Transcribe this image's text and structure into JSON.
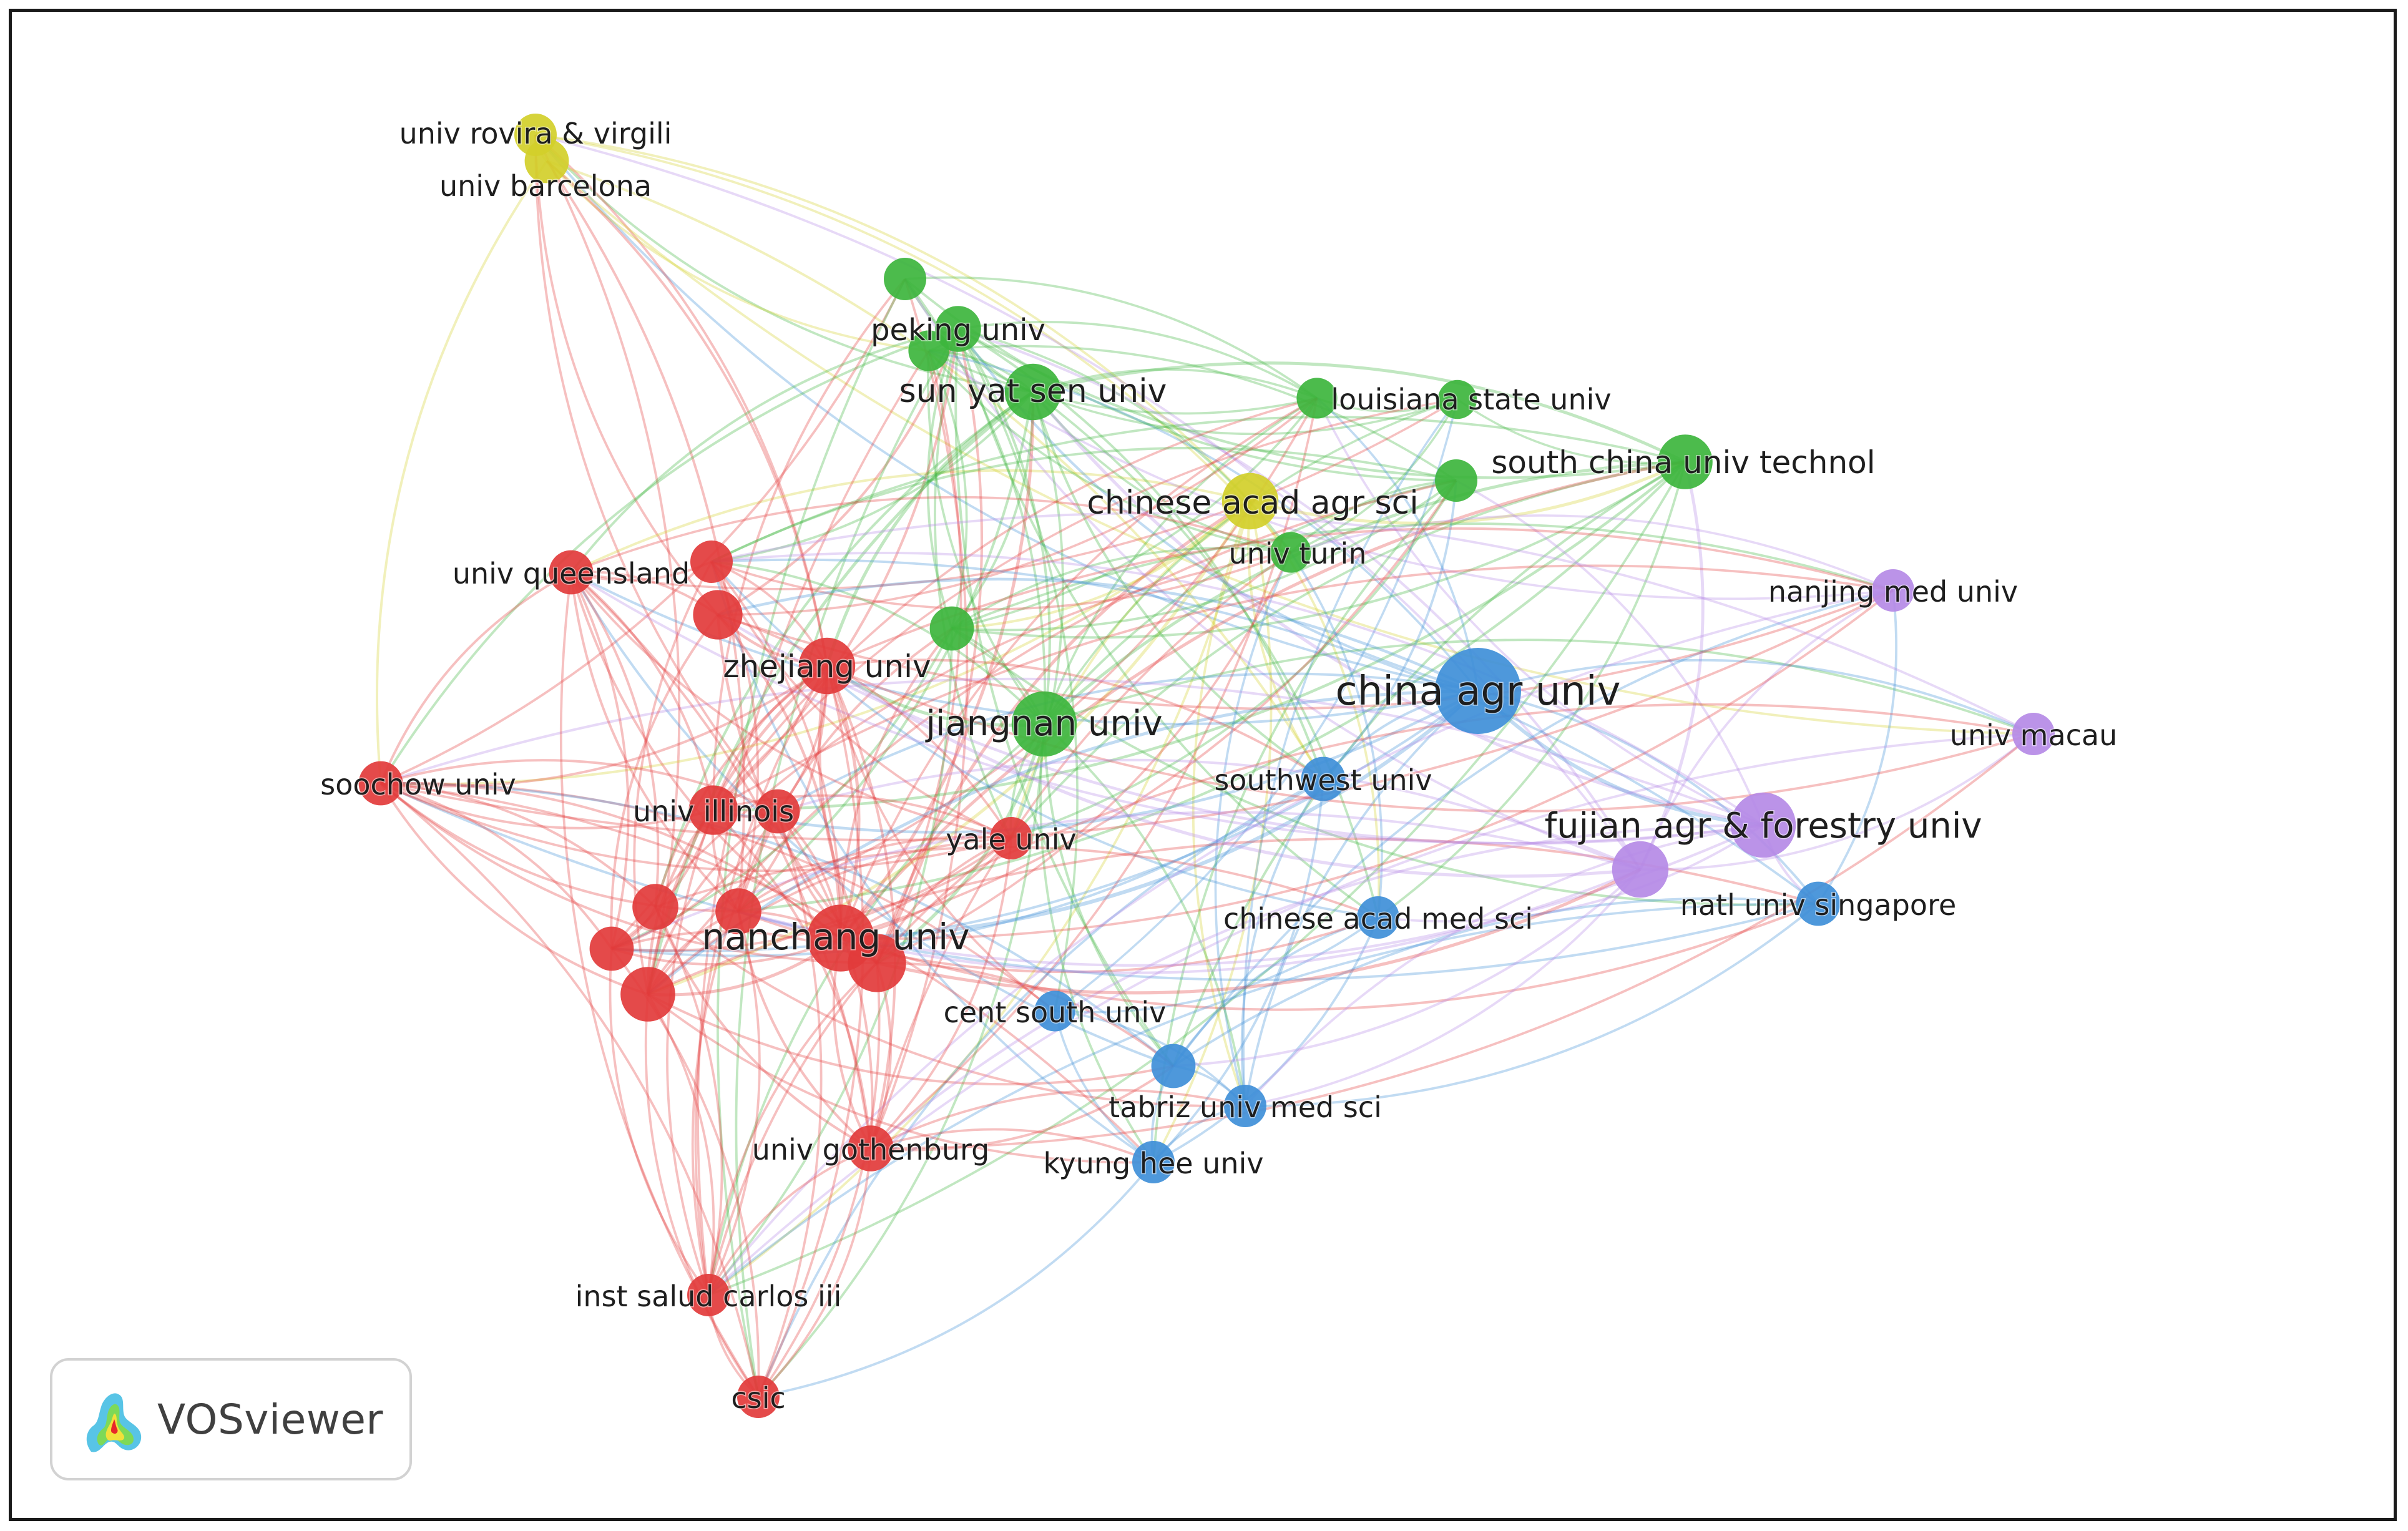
{
  "title": "",
  "colors": {
    "red": "#e23b3b",
    "green": "#3db53d",
    "blue": "#3f8fd8",
    "yellow": "#d3cf2a",
    "purple": "#b58ae6",
    "frame": "#1a1a1a",
    "label": "#1e1e1e"
  },
  "clusters": [
    "red",
    "green",
    "blue",
    "yellow",
    "purple"
  ],
  "nodes": [
    {
      "id": "univ_rovira_virgili",
      "label": "univ rovira & virgili",
      "cluster": "yellow",
      "weight": 1.0
    },
    {
      "id": "univ_barcelona",
      "label": "univ barcelona",
      "cluster": "yellow",
      "weight": 1.1
    },
    {
      "id": "chinese_acad_agr_sci",
      "label": "chinese acad agr sci",
      "cluster": "yellow",
      "weight": 1.8
    },
    {
      "id": "g_top",
      "label": "",
      "cluster": "green",
      "weight": 1.0
    },
    {
      "id": "peking_univ",
      "label": "peking univ",
      "cluster": "green",
      "weight": 1.2
    },
    {
      "id": "g_peking2",
      "label": "",
      "cluster": "green",
      "weight": 0.9
    },
    {
      "id": "sun_yat_sen_univ",
      "label": "sun yat sen univ",
      "cluster": "green",
      "weight": 1.8
    },
    {
      "id": "louisiana_state_univ",
      "label": "louisiana state univ",
      "cluster": "green",
      "weight": 0.9
    },
    {
      "id": "g_louisiana2",
      "label": "",
      "cluster": "green",
      "weight": 0.8
    },
    {
      "id": "south_china_univ_technol",
      "label": "south china univ technol",
      "cluster": "green",
      "weight": 1.7
    },
    {
      "id": "g_south2",
      "label": "",
      "cluster": "green",
      "weight": 1.0
    },
    {
      "id": "univ_turin",
      "label": "univ turin",
      "cluster": "green",
      "weight": 0.9
    },
    {
      "id": "g_mid",
      "label": "",
      "cluster": "green",
      "weight": 1.1
    },
    {
      "id": "jiangnan_univ",
      "label": "jiangnan univ",
      "cluster": "green",
      "weight": 2.3
    },
    {
      "id": "china_agr_univ",
      "label": "china agr univ",
      "cluster": "blue",
      "weight": 3.5
    },
    {
      "id": "southwest_univ",
      "label": "southwest univ",
      "cluster": "blue",
      "weight": 1.1
    },
    {
      "id": "chinese_acad_med_sci",
      "label": "chinese acad med sci",
      "cluster": "blue",
      "weight": 1.0
    },
    {
      "id": "natl_univ_singapore",
      "label": "natl univ singapore",
      "cluster": "blue",
      "weight": 1.1
    },
    {
      "id": "cent_south_univ",
      "label": "cent south univ",
      "cluster": "blue",
      "weight": 0.9
    },
    {
      "id": "b_tabriz2",
      "label": "",
      "cluster": "blue",
      "weight": 1.1
    },
    {
      "id": "tabriz_univ_med_sci",
      "label": "tabriz univ med sci",
      "cluster": "blue",
      "weight": 1.0
    },
    {
      "id": "kyung_hee_univ",
      "label": "kyung hee univ",
      "cluster": "blue",
      "weight": 1.0
    },
    {
      "id": "nanjing_med_univ",
      "label": "nanjing med univ",
      "cluster": "purple",
      "weight": 1.0
    },
    {
      "id": "univ_macau",
      "label": "univ macau",
      "cluster": "purple",
      "weight": 1.0
    },
    {
      "id": "fujian_agr_forestry_univ",
      "label": "fujian agr & forestry univ",
      "cluster": "purple",
      "weight": 2.3
    },
    {
      "id": "p_fujian2",
      "label": "",
      "cluster": "purple",
      "weight": 1.8
    },
    {
      "id": "univ_queensland",
      "label": "univ queensland",
      "cluster": "red",
      "weight": 1.1
    },
    {
      "id": "r_q2",
      "label": "",
      "cluster": "red",
      "weight": 1.0
    },
    {
      "id": "r_q3",
      "label": "",
      "cluster": "red",
      "weight": 1.4
    },
    {
      "id": "zhejiang_univ",
      "label": "zhejiang univ",
      "cluster": "red",
      "weight": 1.8
    },
    {
      "id": "soochow_univ",
      "label": "soochow univ",
      "cluster": "red",
      "weight": 1.1
    },
    {
      "id": "univ_illinois",
      "label": "univ illinois",
      "cluster": "red",
      "weight": 1.4
    },
    {
      "id": "r_ill2",
      "label": "",
      "cluster": "red",
      "weight": 1.1
    },
    {
      "id": "yale_univ",
      "label": "yale univ",
      "cluster": "red",
      "weight": 1.0
    },
    {
      "id": "r_n1",
      "label": "",
      "cluster": "red",
      "weight": 1.2
    },
    {
      "id": "r_n2",
      "label": "",
      "cluster": "red",
      "weight": 1.2
    },
    {
      "id": "r_n3",
      "label": "",
      "cluster": "red",
      "weight": 1.1
    },
    {
      "id": "r_n4",
      "label": "",
      "cluster": "red",
      "weight": 1.7
    },
    {
      "id": "nanchang_univ",
      "label": "nanchang univ",
      "cluster": "red",
      "weight": 2.4
    },
    {
      "id": "r_n5",
      "label": "",
      "cluster": "red",
      "weight": 1.9
    },
    {
      "id": "univ_gothenburg",
      "label": "univ gothenburg",
      "cluster": "red",
      "weight": 1.2
    },
    {
      "id": "inst_salud_carlos_iii",
      "label": "inst salud carlos iii",
      "cluster": "red",
      "weight": 1.0
    },
    {
      "id": "csic",
      "label": "csic",
      "cluster": "red",
      "weight": 1.0
    }
  ],
  "badge": {
    "text": "VOSviewer",
    "logo_icon": "vosviewer-logo-icon"
  }
}
